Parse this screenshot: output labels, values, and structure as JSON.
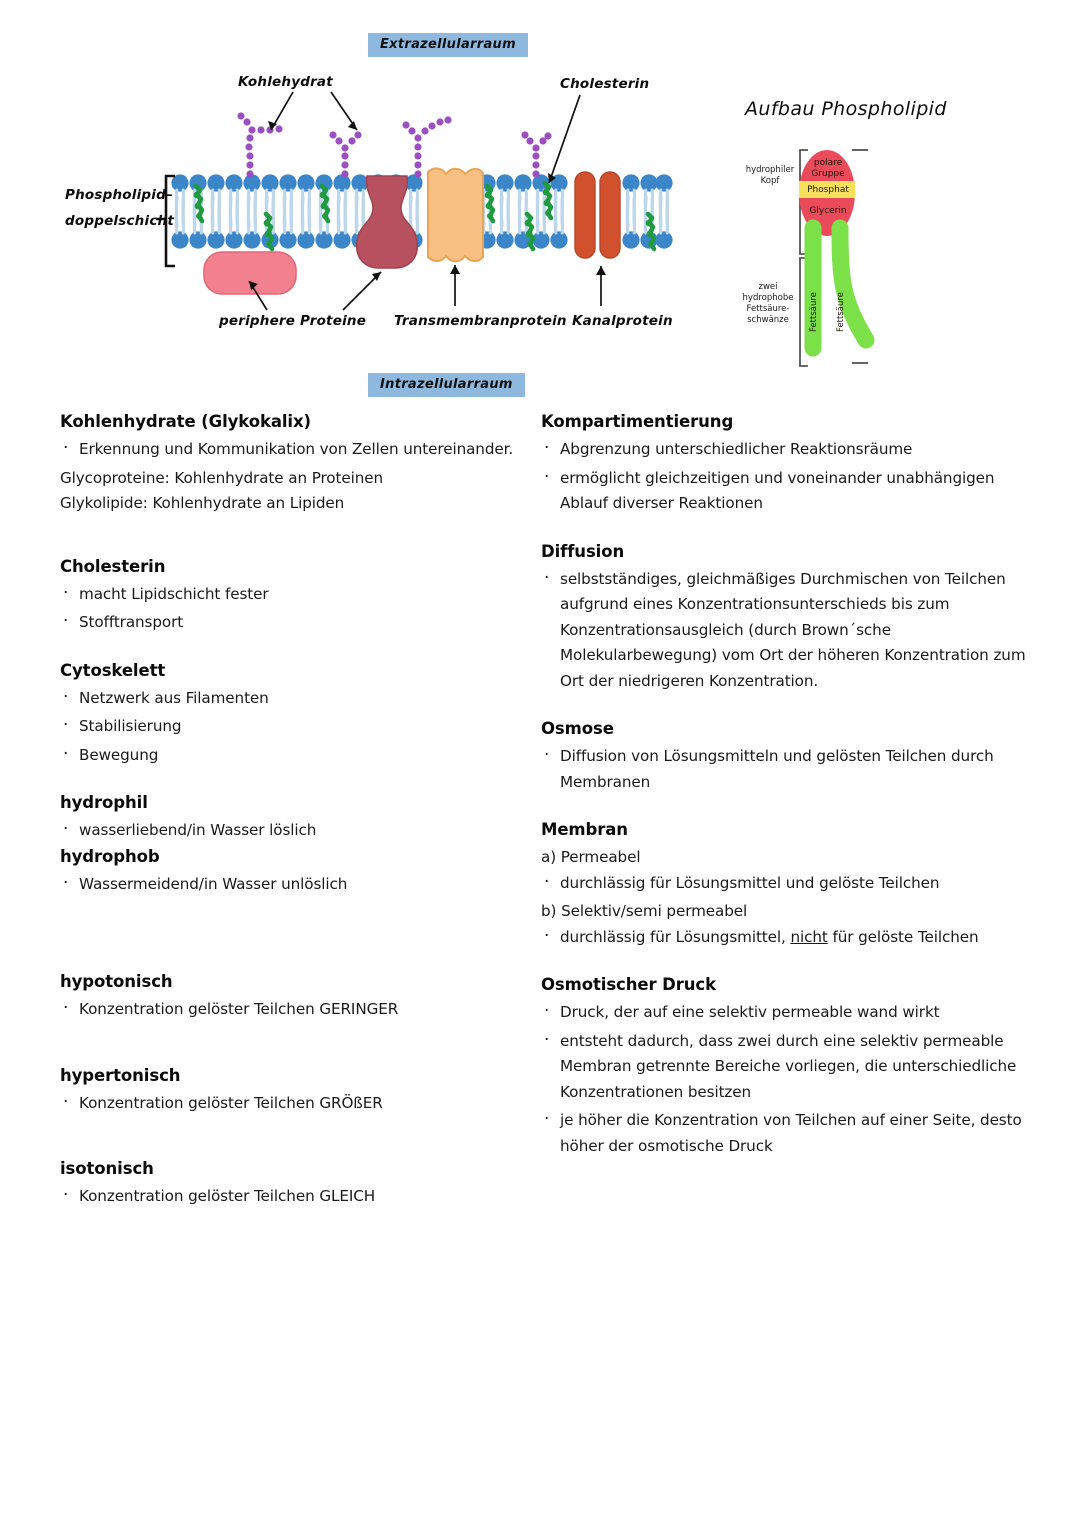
{
  "diagram": {
    "title_right": "Aufbau Phospholipid",
    "extracellular_label": "Extrazellularraum",
    "intracellular_label": "Intrazellularraum",
    "bilayer_label_line1": "Phospholipid–",
    "bilayer_label_line2": "doppelschicht",
    "callouts": {
      "carbohydrate": "Kohlehydrat",
      "cholesterol": "Cholesterin",
      "peripheral_proteins": "periphere Proteine",
      "transmembrane_protein": "Transmembranprotein",
      "channel_protein": "Kanalprotein"
    },
    "phospholipid": {
      "head_side_label": "hydrophiler\nKopf",
      "tails_side_label": "zwei\nhydrophobe\nFettsäure-\nschwänze",
      "head_top": "polare\nGruppe",
      "head_mid": "Phosphat",
      "head_bottom": "Glycerin",
      "tail_left": "Fettsäure",
      "tail_right": "Fettsäure"
    },
    "colors": {
      "room_box": "#8fb8de",
      "lipid_head": "#3a86c8",
      "lipid_tail": "#bcd6ec",
      "carbohydrate": "#9b4fc0",
      "cholesterol": "#1f9a3f",
      "peripheral_protein": "#f2808f",
      "transmembrane_protein_dark": "#b8515f",
      "transmembrane_protein_orange": "#f8c183",
      "channel_protein": "#d1512f",
      "head_red": "#ea4a5a",
      "phosphate_yellow": "#f7e05c",
      "tail_green": "#7ce049"
    }
  },
  "left_column": [
    {
      "type": "section",
      "heading": "Kohlenhydrate (Glykokalix)",
      "bullets": [
        "Erkennung und Kommunikation von Zellen untereinander."
      ],
      "plain": [
        "Glycoproteine: Kohlenhydrate an Proteinen",
        "Glykolipide: Kohlenhydrate an Lipiden"
      ]
    },
    {
      "type": "section",
      "heading": "Cholesterin",
      "bullets": [
        "macht Lipidschicht fester",
        "Stofftransport"
      ],
      "plain": []
    },
    {
      "type": "section",
      "heading": "Cytoskelett",
      "bullets": [
        "Netzwerk aus Filamenten",
        "Stabilisierung",
        "Bewegung"
      ],
      "plain": []
    },
    {
      "type": "section",
      "heading": "hydrophil",
      "bullets": [
        "wasserliebend/in Wasser löslich"
      ],
      "plain": []
    },
    {
      "type": "section",
      "heading": "hydrophob",
      "bullets": [
        "Wassermeidend/in Wasser unlöslich"
      ],
      "plain": []
    },
    {
      "type": "section",
      "heading": "hypotonisch",
      "bullets": [
        "Konzentration gelöster Teilchen GERINGER"
      ],
      "plain": []
    },
    {
      "type": "section",
      "heading": "hypertonisch",
      "bullets": [
        "Konzentration gelöster Teilchen GRÖßER"
      ],
      "plain": []
    },
    {
      "type": "section",
      "heading": "isotonisch",
      "bullets": [
        "Konzentration gelöster Teilchen GLEICH"
      ],
      "plain": []
    }
  ],
  "right_column": [
    {
      "heading": "Kompartimentierung",
      "bullets": [
        "Abgrenzung unterschiedlicher Reaktionsräume",
        "ermöglicht gleichzeitigen und voneinander unabhängigen Ablauf diverser Reaktionen"
      ]
    },
    {
      "heading": "Diffusion",
      "bullets": [
        "selbstständiges, gleichmäßiges Durchmischen von Teilchen aufgrund eines Konzentrationsunterschieds bis zum Konzentrationsausgleich (durch Brown´sche Molekularbewegung) vom Ort der höheren Konzentration zum Ort der niedrigeren Konzentration."
      ]
    },
    {
      "heading": "Osmose",
      "bullets": [
        "Diffusion von Lösungsmitteln und gelösten Teilchen durch Membranen"
      ]
    },
    {
      "heading": "Membran",
      "sub_a": "a) Permeabel",
      "bullet_a": "durchlässig für Lösungsmittel und gelöste Teilchen",
      "sub_b": "b) Selektiv/semi permeabel",
      "bullet_b_pre": "durchlässig für Lösungsmittel, ",
      "bullet_b_underline": "nicht",
      "bullet_b_post": " für gelöste Teilchen"
    },
    {
      "heading": "Osmotischer Druck",
      "bullets": [
        "Druck, der auf eine selektiv permeable wand wirkt",
        "entsteht dadurch, dass zwei durch eine selektiv permeable Membran getrennte Bereiche vorliegen, die unterschiedliche Konzentrationen besitzen",
        "je höher die Konzentration von Teilchen auf einer Seite, desto höher der osmotische Druck"
      ]
    }
  ]
}
